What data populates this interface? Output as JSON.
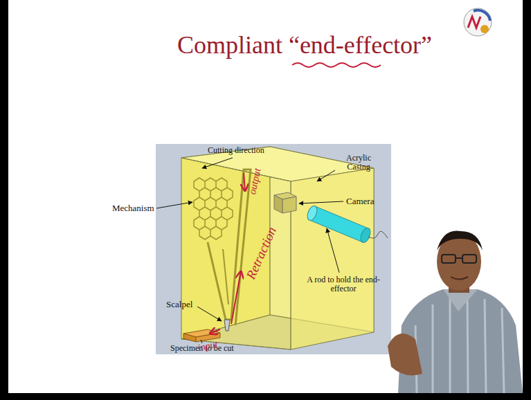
{
  "diagram": {
    "title": "Compliant “end-effector”",
    "labels": [
      "Cutting direction",
      "Acrylic Casing",
      "Mechanism",
      "Camera",
      "A rod to hold the end-effector",
      "Scalpel",
      "Specimen to be cut",
      "output",
      "Retraction",
      "input"
    ]
  }
}
